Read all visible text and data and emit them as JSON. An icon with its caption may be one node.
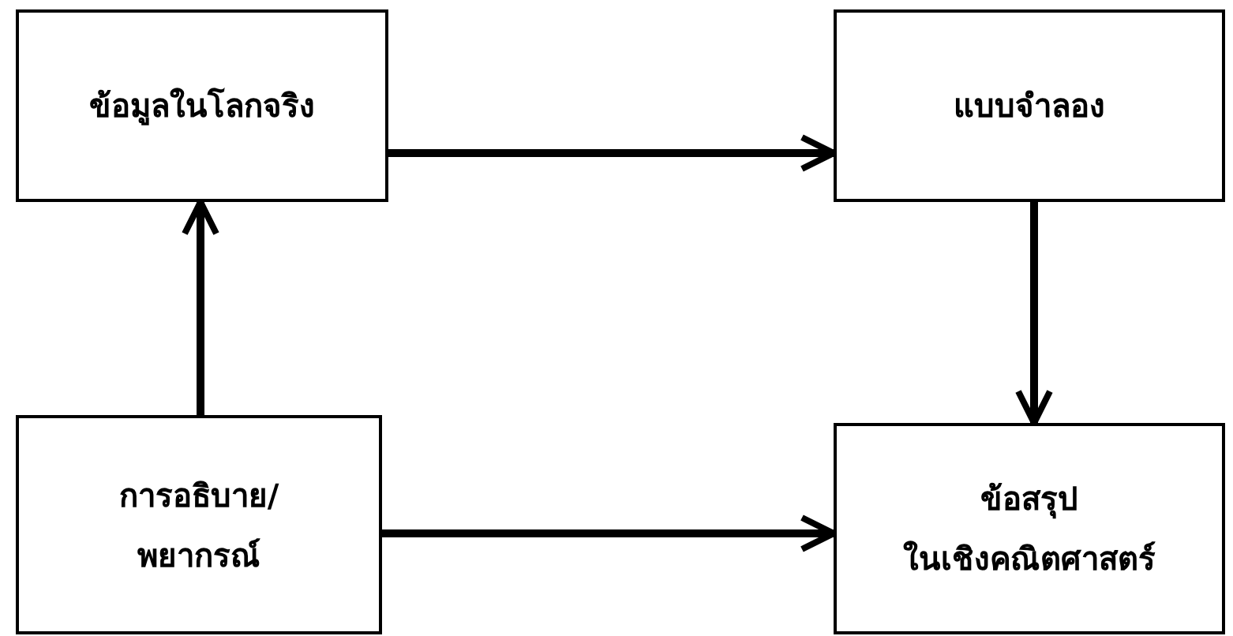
{
  "diagram": {
    "nodes": [
      {
        "text": [
          "ข้อมูลในโลกจริง"
        ]
      },
      {
        "text": [
          "แบบจำลอง"
        ]
      },
      {
        "text": [
          "การอธิบาย/ พยากรณ์"
        ]
      },
      {
        "text": [
          "ข้อสรุป ในเชิงคณิตศาสตร์"
        ]
      }
    ],
    "edges": [
      {
        "from": 0,
        "to": 1,
        "arrow": "to"
      },
      {
        "from": 1,
        "to": 3,
        "arrow": "to"
      },
      {
        "from": 2,
        "to": 0,
        "arrow": "to"
      },
      {
        "from": 2,
        "to": 3,
        "arrow": "to"
      }
    ]
  }
}
